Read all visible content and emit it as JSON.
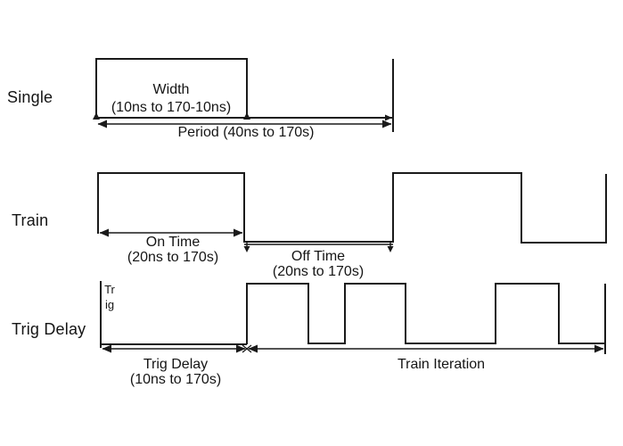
{
  "diagram": {
    "type": "pulse-timing-diagram",
    "colors": {
      "line": "#1a1a1a",
      "text": "#151515",
      "background": "#ffffff"
    },
    "rows": {
      "single": {
        "label": "Single",
        "width_title": "Width",
        "width_range": "(10ns to 170-10ns)",
        "period_label": "Period (40ns to 170s)"
      },
      "train": {
        "label": "Train",
        "on_title": "On Time",
        "on_range": "(20ns to 170s)",
        "off_title": "Off Time",
        "off_range": "(20ns to 170s)"
      },
      "trig_delay": {
        "label": "Trig Delay",
        "axis_label": "Trig",
        "delay_title": "Trig Delay",
        "delay_range": "(10ns to 170s)",
        "iteration_label": "Train Iteration"
      }
    }
  }
}
